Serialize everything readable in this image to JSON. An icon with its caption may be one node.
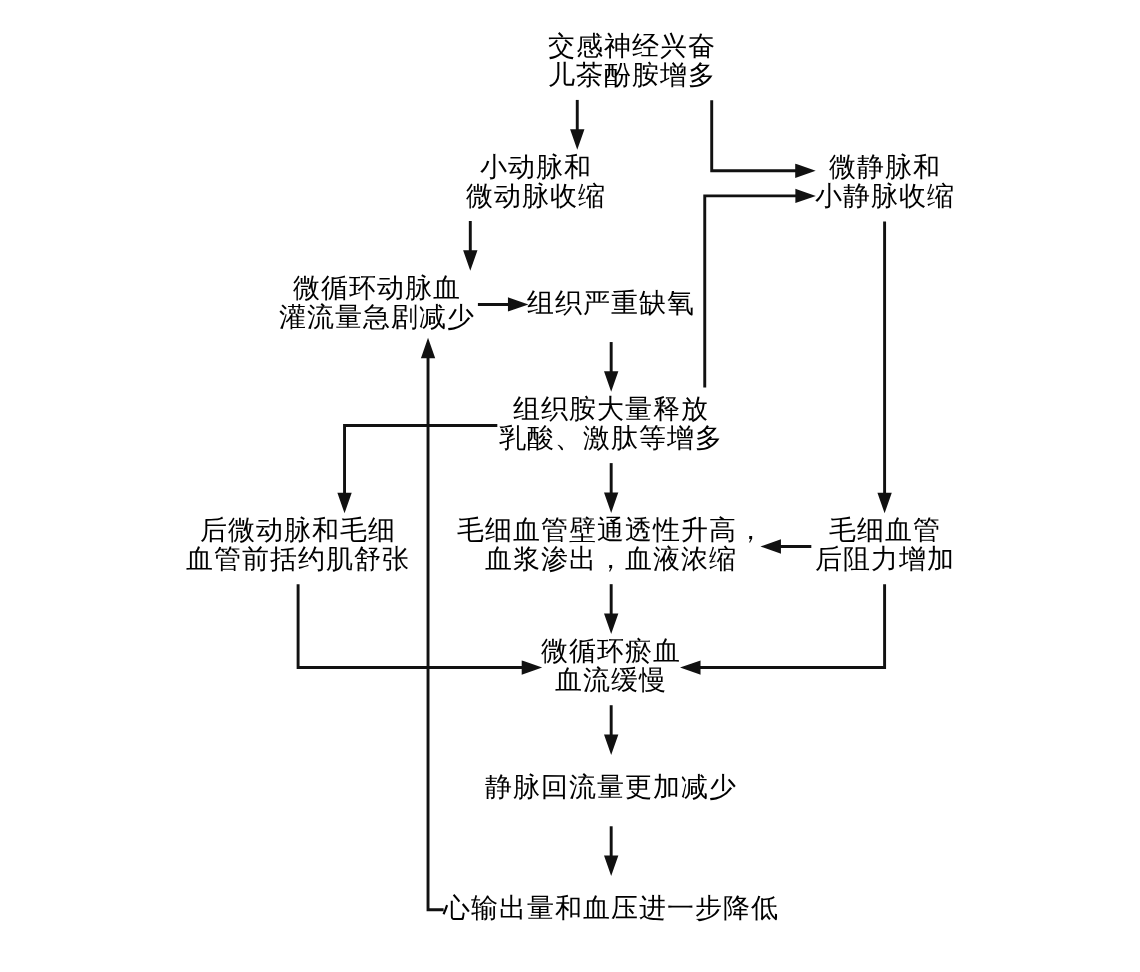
{
  "diagram": {
    "nodes": [
      {
        "text": [
          "交感神经兴奋",
          "儿茶酚胺增多"
        ]
      },
      {
        "text": [
          "小动脉和微动脉收缩"
        ]
      },
      {
        "text": [
          "微静脉和小静脉收缩"
        ]
      },
      {
        "text": [
          "微循环动脉血灌流量急剧减少"
        ]
      },
      {
        "text": [
          "组织严重缺氧"
        ]
      },
      {
        "text": [
          "组织胺大量释放",
          "乳酸、激肽等增多"
        ]
      },
      {
        "text": [
          "后微动脉和毛细血管前括约肌舒张"
        ]
      },
      {
        "text": [
          "毛细血管壁通透性升高，血浆渗出，血液浓缩"
        ]
      },
      {
        "text": [
          "毛细血管后阻力增加"
        ]
      },
      {
        "text": [
          "微循环瘀血血流缓慢"
        ]
      },
      {
        "text": [
          "静脉回流量更加减少"
        ]
      },
      {
        "text": [
          "心输出量和血压进一步降低"
        ]
      }
    ],
    "edges": [
      {
        "from": 0,
        "to": 1,
        "arrow": "to"
      },
      {
        "from": 0,
        "to": 2,
        "arrow": "to"
      },
      {
        "from": 1,
        "to": 3,
        "arrow": "to"
      },
      {
        "from": 3,
        "to": 4,
        "arrow": "to"
      },
      {
        "from": 4,
        "to": 5,
        "arrow": "to"
      },
      {
        "from": 5,
        "to": 2,
        "arrow": "to"
      },
      {
        "from": 2,
        "to": 8,
        "arrow": "to"
      },
      {
        "from": 5,
        "to": 6,
        "arrow": "to"
      },
      {
        "from": 5,
        "to": 7,
        "arrow": "to"
      },
      {
        "from": 8,
        "to": 7,
        "arrow": "to"
      },
      {
        "from": 6,
        "to": 9,
        "arrow": "to"
      },
      {
        "from": 7,
        "to": 9,
        "arrow": "to"
      },
      {
        "from": 8,
        "to": 9,
        "arrow": "to"
      },
      {
        "from": 9,
        "to": 10,
        "arrow": "to"
      },
      {
        "from": 10,
        "to": 11,
        "arrow": "to"
      },
      {
        "from": 11,
        "to": 3,
        "arrow": "to"
      }
    ]
  }
}
